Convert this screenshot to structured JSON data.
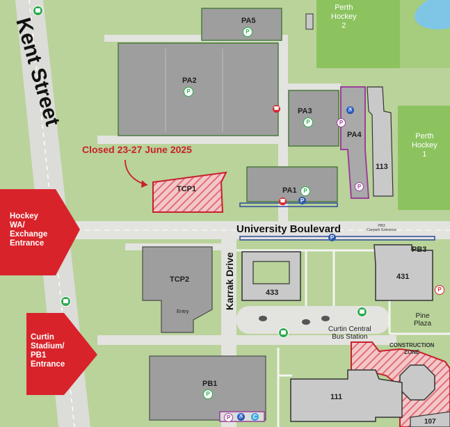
{
  "streets": {
    "kent_street": "Kent Street",
    "university_boulevard": "University Boulevard",
    "karrak_drive": "Karrak Drive"
  },
  "car_parks": {
    "pa5": "PA5",
    "pa2": "PA2",
    "pa3": "PA3",
    "pa4": "PA4",
    "pa1": "PA1",
    "tcp1": "TCP1",
    "tcp2": "TCP2",
    "pb1": "PB1",
    "pb3": "PB3"
  },
  "buildings": {
    "b113": "113",
    "b433": "433",
    "b431": "431",
    "b111": "111",
    "b107": "107"
  },
  "fields": {
    "perth_hockey_2": "Perth\nHockey\n2",
    "perth_hockey_1": "Perth\nHockey\n1"
  },
  "places": {
    "pine_plaza": "Pine\nPlaza",
    "bus_station": "Curtin Central\nBus Station",
    "construction_zone": "CONSTRUCTION\nZONE",
    "entry": "Entry",
    "pb3_carpark_entrance": "PB3\nCarpark Entrance"
  },
  "notice": {
    "closed": "Closed 23-27 June 2025"
  },
  "entrances": {
    "hockey_wa": "Hockey\nWA/\nExchange\nEntrance",
    "curtin_stadium": "Curtin\nStadium/\nPB1\nEntrance"
  },
  "symbols": {
    "parking_letter": "P",
    "bus_icon": "bus-icon",
    "accessible_icon": "accessible-icon",
    "phone_icon": "emergency-phone-icon",
    "ev_icon": "ev-charging-icon"
  },
  "colors": {
    "grass": "#b9d39a",
    "road": "#e3e3e0",
    "lot": "#9e9e9e",
    "building": "#c9c9c9",
    "closed_red": "#c8202d",
    "parking_green": "#2eab4f",
    "bay_purple": "#9b3f9a",
    "bay_blue": "#2e4a9a"
  }
}
